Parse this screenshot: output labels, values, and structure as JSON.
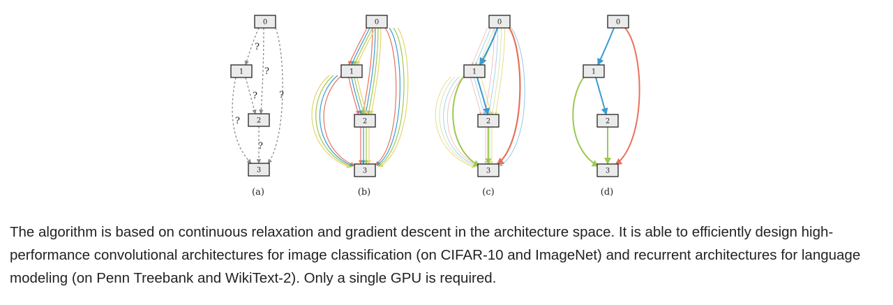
{
  "figure": {
    "nodes": [
      "0",
      "1",
      "2",
      "3"
    ],
    "question_mark": "?",
    "panels": [
      {
        "label": "(a)"
      },
      {
        "label": "(b)"
      },
      {
        "label": "(c)"
      },
      {
        "label": "(d)"
      }
    ],
    "colors": {
      "gray": "#8a8a8a",
      "red": "#e8705a",
      "blue": "#3a9ad0",
      "green": "#9bc94e",
      "yellow": "#e8d36a",
      "pink": "#f3b3aa",
      "lightblue": "#8fc8e4",
      "lightgreen": "#c7e3a0"
    }
  },
  "caption": {
    "text": "The algorithm is based on continuous relaxation and gradient descent in the architecture space. It is able to efficiently design high-performance convolutional architectures for image classification (on CIFAR-10 and ImageNet) and recurrent architectures for language modeling (on Penn Treebank and WikiText-2). Only a single GPU is required."
  }
}
